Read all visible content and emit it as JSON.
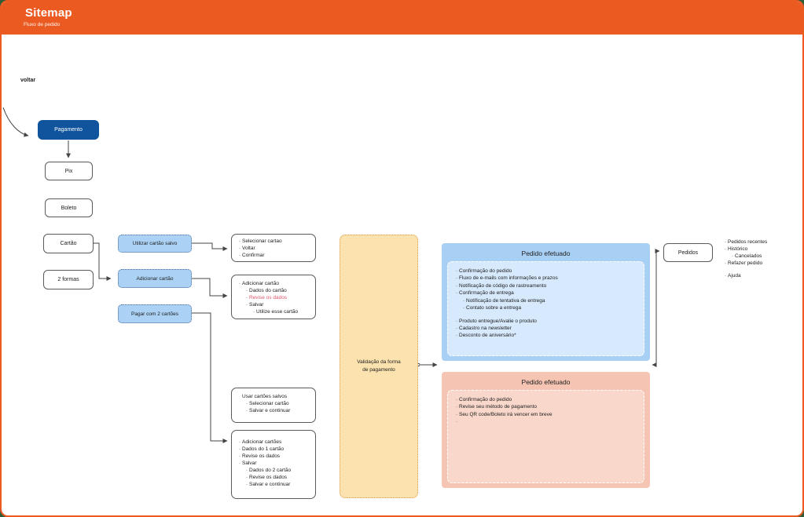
{
  "colors": {
    "orange": "#EB5A21",
    "green_bg": "#2F5D38",
    "node_blue": "#10549E",
    "step_blue_fill": "#ABD2F5",
    "step_blue_border": "#46699B",
    "panel_blue": "#A8CFF4",
    "panel_blue_inner": "#D7E9FC",
    "panel_orange": "#F5C4B2",
    "panel_orange_inner": "#F9D8CB",
    "validation_fill": "#FBE2AF",
    "validation_border": "#DC9B43",
    "red_text": "#E0566A",
    "connector": "#444444",
    "border_gray": "#5A5A5A"
  },
  "header": {
    "title": "Sitemap",
    "subtitle": "Fluxo de pedido"
  },
  "canvas": {
    "back_label": "voltar"
  },
  "nodes": {
    "pagamento": "Pagamento",
    "pix": "Pix",
    "boleto": "Boleto",
    "cartao": "Cartão",
    "duas_formas": "2 formas",
    "utilizar_cartao_salvo": "Utilizar cartão salvo",
    "adicionar_cartao": "Adicionar cartão",
    "pagar_com_2_cartoes": "Pagar com 2 cartões",
    "pedidos": "Pedidos"
  },
  "validacao": {
    "line1": "Validação da forma",
    "line2": "de  pagamento"
  },
  "lists": {
    "cartao_salvo_steps": {
      "items": [
        {
          "text": "Selecionar cartao"
        },
        {
          "text": "Voltar"
        },
        {
          "text": "Confirmar"
        }
      ]
    },
    "adicionar_cartao_steps": {
      "items": [
        {
          "text": "Adicionar cartão"
        },
        {
          "text": "Dados do cartão",
          "indent": 1
        },
        {
          "text": "Revise os dados",
          "indent": 1,
          "red": true
        },
        {
          "text": "Salvar",
          "indent": 1
        },
        {
          "text": "Utilize esse cartão",
          "indent": 2
        }
      ]
    },
    "usar_cartoes_salvos": {
      "items": [
        {
          "text": "Usar cartões salvos",
          "bullet": false
        },
        {
          "text": "Selecionar cartão",
          "indent": 1
        },
        {
          "text": "Salvar e continuar",
          "indent": 1
        }
      ]
    },
    "adicionar_cartoes": {
      "items": [
        {
          "text": "Adicionar cartões"
        },
        {
          "text": "Dados do 1 cartão"
        },
        {
          "text": "Revise os dados"
        },
        {
          "text": "Salvar"
        },
        {
          "text": "Dados do 2 cartão",
          "indent": 1
        },
        {
          "text": "Revise os dados",
          "indent": 1
        },
        {
          "text": "Salvar e continuar",
          "indent": 1
        }
      ]
    },
    "pedido_sucesso": {
      "title": "Pedido efetuado",
      "items": [
        {
          "text": "Confirmação do pedido"
        },
        {
          "text": "Fluxo de e-mails com informações e prazos"
        },
        {
          "text": "Notificação de código de rastreamento"
        },
        {
          "text": "Confirmação de entrega"
        },
        {
          "text": "Notificação de tentativa de entrega",
          "indent": 1
        },
        {
          "text": "Contato sobre a entrega",
          "indent": 1
        },
        {
          "text": "Produto entregue/Avalie o produto",
          "gap": true
        },
        {
          "text": "Cadastro na newsletter"
        },
        {
          "text": "Desconto de aniversário*"
        }
      ]
    },
    "pedido_falha": {
      "title": "Pedido efetuado",
      "items": [
        {
          "text": "Confirmação do pedido"
        },
        {
          "text": "Revise seu método de pagamento"
        },
        {
          "text": "Seu QR code/Boleto irá vencer em breve"
        },
        {
          "text": ""
        }
      ]
    },
    "pedidos_menu": {
      "items": [
        {
          "text": "Pedidos recentes"
        },
        {
          "text": "Histórico"
        },
        {
          "text": "Cancelados",
          "indent": 1
        },
        {
          "text": "Refazer pedido"
        },
        {
          "text": "Ajuda",
          "gap": true
        }
      ]
    }
  }
}
